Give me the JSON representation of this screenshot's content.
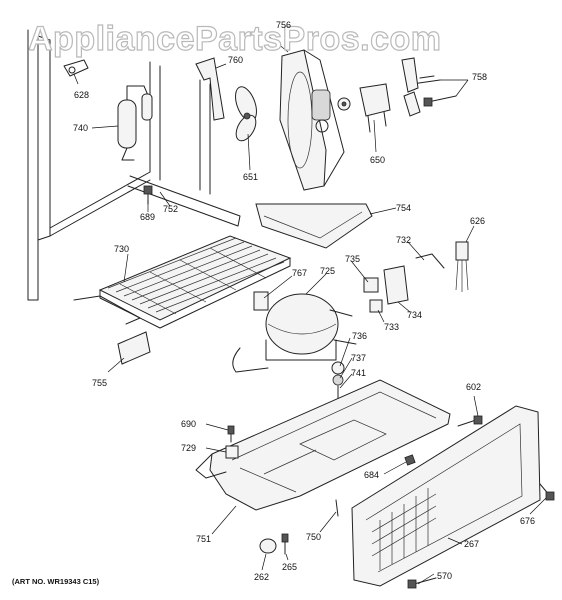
{
  "watermark": "AppliancePartsPros.com",
  "art_number": "(ART NO. WR19343 C15)",
  "callouts": {
    "p628": "628",
    "p740": "740",
    "p760": "760",
    "p756": "756",
    "p758": "758",
    "p651": "651",
    "p650": "650",
    "p689": "689",
    "p752": "752",
    "p754": "754",
    "p626": "626",
    "p730": "730",
    "p732": "732",
    "p735": "735",
    "p767": "767",
    "p725": "725",
    "p733": "733",
    "p734": "734",
    "p736": "736",
    "p755": "755",
    "p737": "737",
    "p741": "741",
    "p602": "602",
    "p690": "690",
    "p729": "729",
    "p684": "684",
    "p676": "676",
    "p751": "751",
    "p750": "750",
    "p267": "267",
    "p262": "262",
    "p265": "265",
    "p570": "570"
  }
}
